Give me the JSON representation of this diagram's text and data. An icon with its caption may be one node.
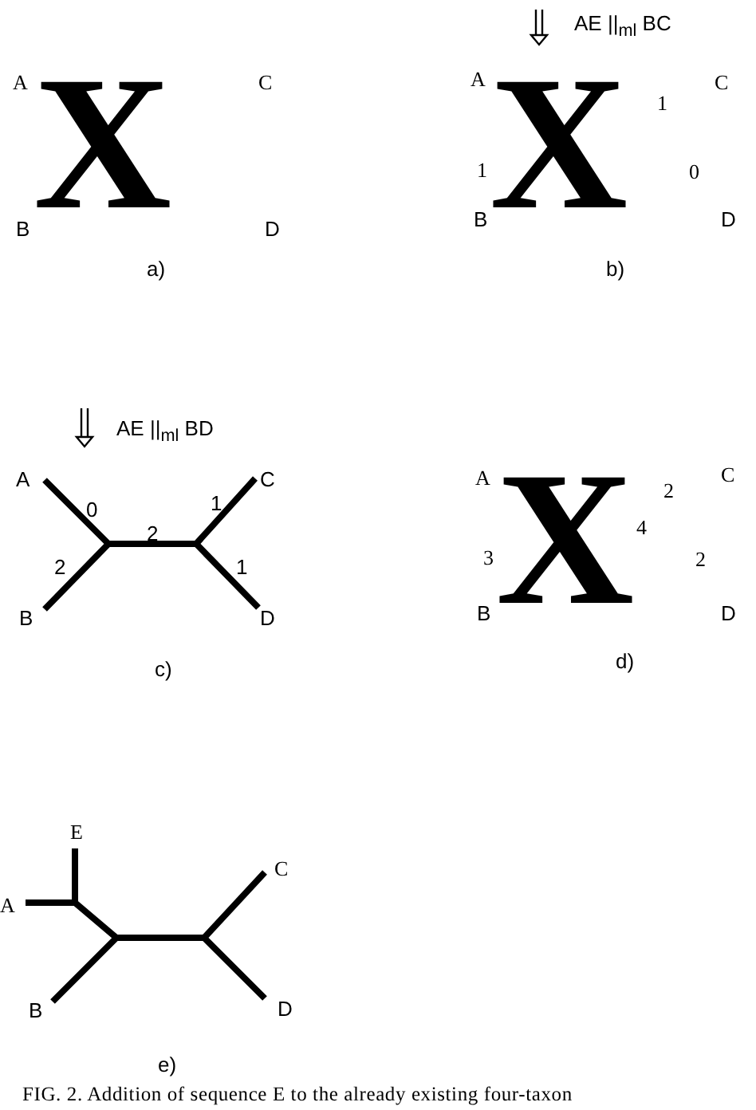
{
  "diagram": {
    "caption": "FIG. 2. Addition of sequence E to the already existing four-taxon",
    "labels": [
      "AE ||$_{ml}$ BC",
      "A",
      "X",
      "C",
      "B",
      "D",
      "a)",
      "A",
      "1",
      "X",
      "1",
      "0",
      "C",
      "B",
      "D",
      "b)",
      "AE ||$_{ml}$ BD",
      "A",
      "0",
      "1",
      "C",
      "2",
      "2",
      "1",
      "B",
      "D",
      "c)",
      "A",
      "2",
      "4",
      "X",
      "3",
      "2",
      "C",
      "B",
      "D",
      "d)",
      "E",
      "C",
      "A",
      "B",
      "D",
      "e)"
    ]
  }
}
